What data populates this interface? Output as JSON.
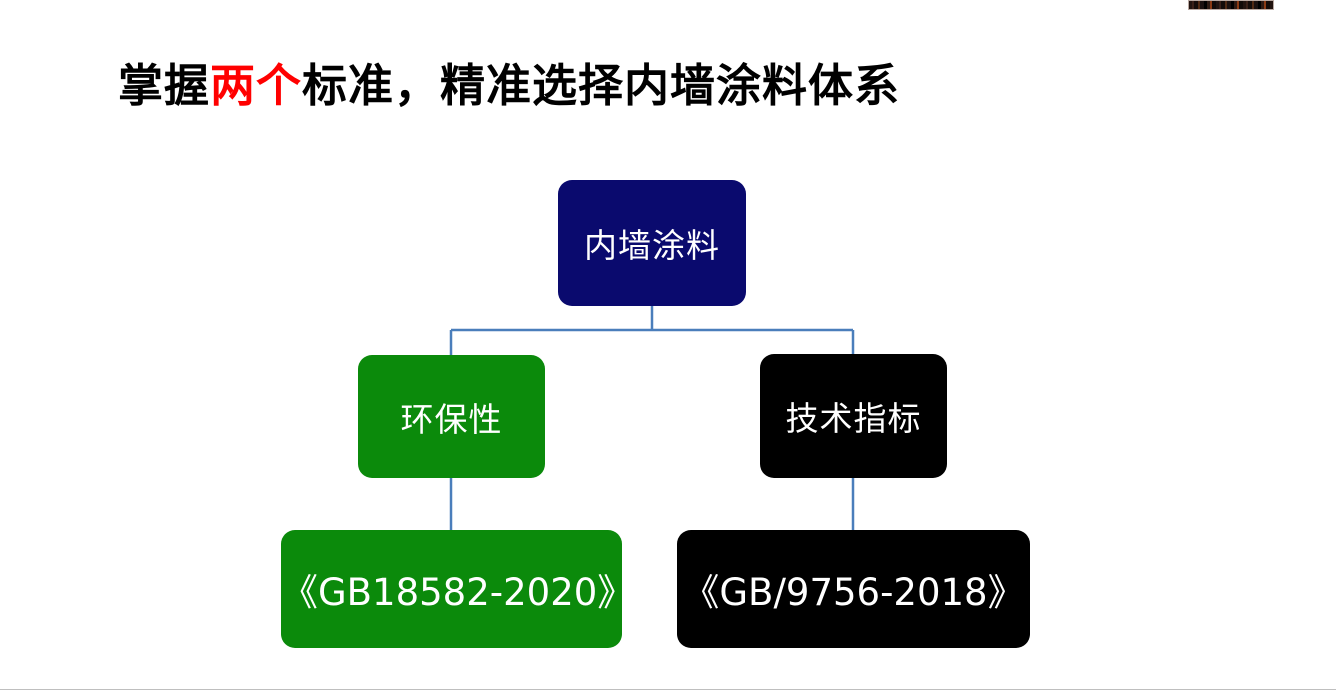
{
  "slide": {
    "background_color": "#ffffff",
    "title": {
      "prefix": "掌握",
      "accent": "两个",
      "suffix": "标准，精准选择内墙涂料体系",
      "full_text": "掌握两个标准，精准选择内墙涂料体系",
      "accent_color": "#ff0000",
      "color": "#000000"
    }
  },
  "diagram": {
    "type": "tree",
    "nodes": {
      "root": {
        "label": "内墙涂料",
        "fill": "#0a0a6e",
        "text_color": "#ffffff"
      },
      "branch_env": {
        "label": "环保性",
        "fill": "#0b8a0b",
        "text_color": "#ffffff"
      },
      "branch_tech": {
        "label": "技术指标",
        "fill": "#000000",
        "text_color": "#ffffff"
      },
      "standard_env": {
        "label": "《GB18582-2020》",
        "fill": "#0b8a0b",
        "text_color": "#ffffff"
      },
      "standard_tech": {
        "label": "《GB/9756-2018》",
        "fill": "#000000",
        "text_color": "#ffffff"
      }
    },
    "connector_color": "#4a7ebb"
  }
}
